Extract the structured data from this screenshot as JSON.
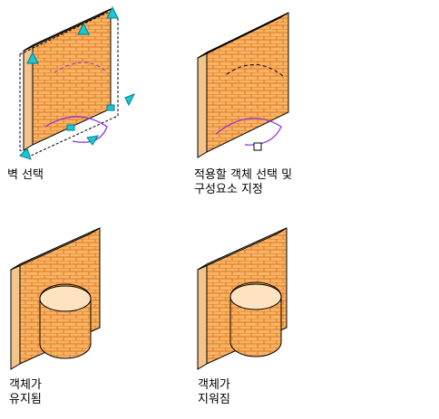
{
  "captions": {
    "select_wall": "벽 선택",
    "apply_line1": "적용할 객체 선택 및",
    "apply_line2": "구성요소 지정",
    "keep_line1": "객체가",
    "keep_line2": "유지됨",
    "erase_line1": "객체가",
    "erase_line2": "지워짐"
  },
  "colors": {
    "brick_fill": "#f7b366",
    "brick_line": "#e07a1f",
    "outline": "#000000",
    "grip": "#18c8d8",
    "profile": "#8a2be2"
  },
  "icons": [
    "grip-arrow-icon",
    "grip-square-icon"
  ]
}
